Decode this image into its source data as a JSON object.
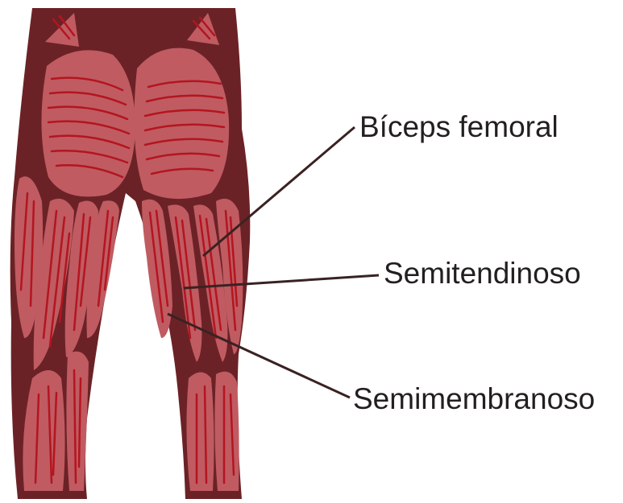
{
  "labels": {
    "biceps_femoral": "Bíceps femoral",
    "semitendinoso": "Semitendinoso",
    "semimembranoso": "Semimembranoso"
  },
  "colors": {
    "dark": "#6b2226",
    "muscle": "#c05b62",
    "fiber": "#b4151f",
    "leader": "#3a2222",
    "text": "#231f20"
  }
}
